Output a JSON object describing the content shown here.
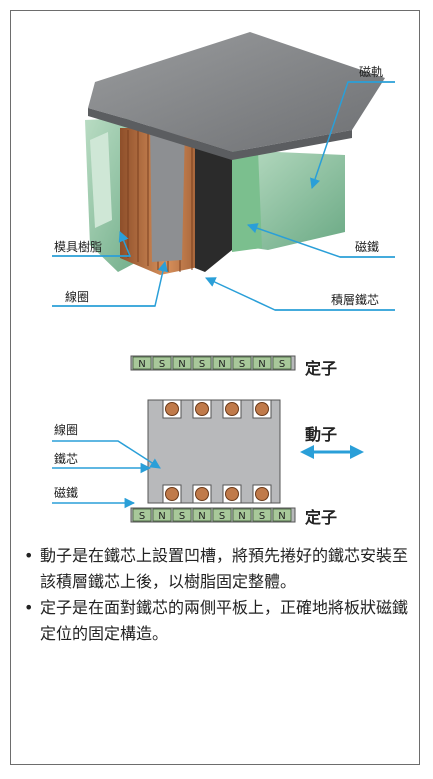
{
  "top_diagram": {
    "label_rail": "磁軌",
    "label_magnet": "磁鐵",
    "label_resin": "模具樹脂",
    "label_coil": "線圈",
    "label_core": "積層鐵芯"
  },
  "schematic": {
    "stator_top_poles": [
      "N",
      "S",
      "N",
      "S",
      "N",
      "S",
      "N",
      "S"
    ],
    "stator_bottom_poles": [
      "S",
      "N",
      "S",
      "N",
      "S",
      "N",
      "S",
      "N"
    ],
    "label_stator_top": "定子",
    "label_stator_bottom": "定子",
    "label_mover": "動子",
    "label_coil": "線圈",
    "label_core": "鐵芯",
    "label_magnet": "磁鐵"
  },
  "notes": [
    "動子是在鐵芯上設置凹槽，將預先捲好的鐵芯安裝至該積層鐵芯上後，以樹脂固定整體。",
    "定子是在面對鐵芯的兩側平板上，正確地將板狀磁鐵定位的固定構造。"
  ],
  "colors": {
    "rail_gray": "#8a8c8e",
    "resin_green": "#8fc5a2",
    "coil_copper": "#c07a4a",
    "core_dark": "#2b2b2b",
    "pole_green": "#a8c89a",
    "arrow_blue": "#2a9fd8"
  }
}
